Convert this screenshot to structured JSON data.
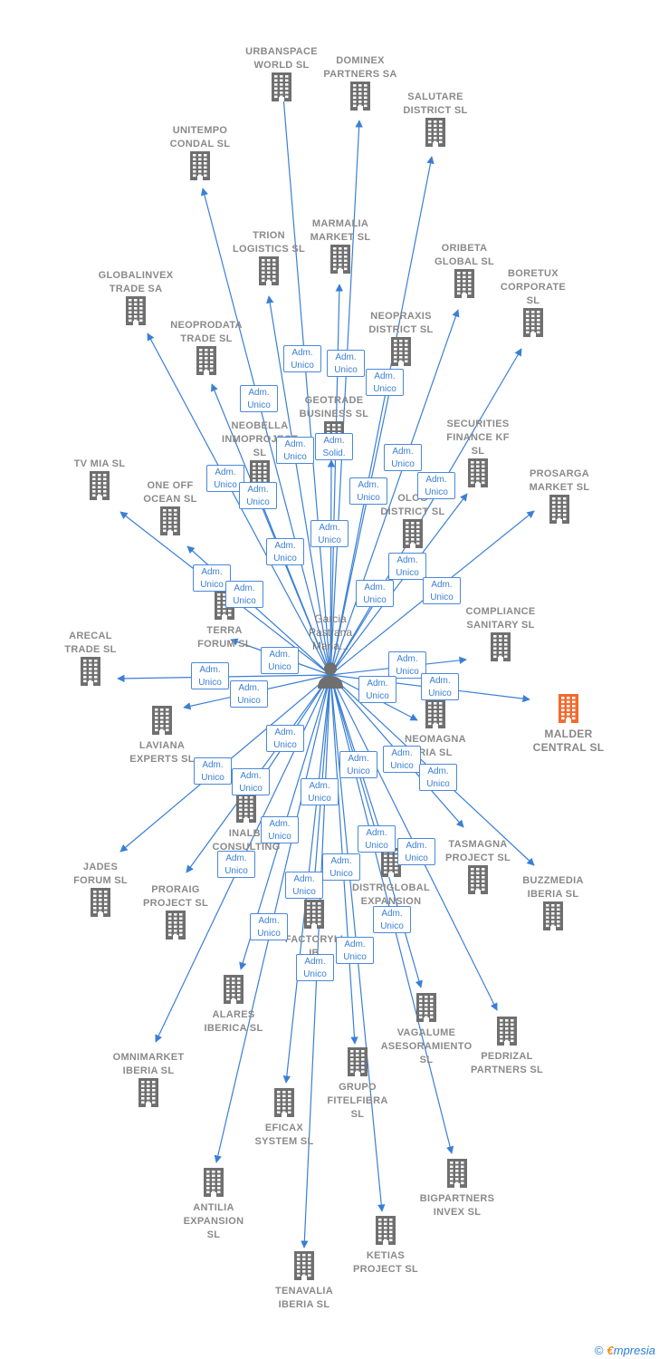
{
  "person": {
    "name": "Garcia\nPastrana\nMaria..."
  },
  "companies": [
    {
      "id": "urbanspace",
      "name": "URBANSPACE\nWORLD SL"
    },
    {
      "id": "dominex",
      "name": "DOMINEX\nPARTNERS SA"
    },
    {
      "id": "salutare",
      "name": "SALUTARE\nDISTRICT SL"
    },
    {
      "id": "unitempo",
      "name": "UNITEMPO\nCONDAL SL"
    },
    {
      "id": "trion",
      "name": "TRION\nLOGISTICS SL"
    },
    {
      "id": "marmalia",
      "name": "MARMALIA\nMARKET SL"
    },
    {
      "id": "oribeta",
      "name": "ORIBETA\nGLOBAL SL"
    },
    {
      "id": "boretux",
      "name": "BORETUX\nCORPORATE\nSL"
    },
    {
      "id": "globalinvex",
      "name": "GLOBALINVEX\nTRADE SA"
    },
    {
      "id": "neoprodata",
      "name": "NEOPRODATA\nTRADE SL"
    },
    {
      "id": "neopraxis",
      "name": "NEOPRAXIS\nDISTRICT SL"
    },
    {
      "id": "geotrade",
      "name": "GEOTRADE\nBUSINESS SL"
    },
    {
      "id": "neobella",
      "name": "NEOBELLA\nINMOPROJECT\nSL"
    },
    {
      "id": "securities",
      "name": "SECURITIES\nFINANCE KF\nSL"
    },
    {
      "id": "tvmia",
      "name": "TV MIA SL"
    },
    {
      "id": "oneoff",
      "name": "ONE OFF\nOCEAN SL"
    },
    {
      "id": "prosarga",
      "name": "PROSARGA\nMARKET SL"
    },
    {
      "id": "ologdistrict",
      "name": "OLOG\nDISTRICT SL"
    },
    {
      "id": "terra",
      "name": "TERRA\nFORUM SL"
    },
    {
      "id": "compliance",
      "name": "COMPLIANCE\nSANITARY SL"
    },
    {
      "id": "arecal",
      "name": "ARECAL\nTRADE SL"
    },
    {
      "id": "malder",
      "name": "MALDER\nCENTRAL SL"
    },
    {
      "id": "laviana",
      "name": "LAVIANA\nEXPERTS SL"
    },
    {
      "id": "neomagna",
      "name": "NEOMAGNA\nRIA SL"
    },
    {
      "id": "inalbi",
      "name": "INALBI\nCONSULTING"
    },
    {
      "id": "jades",
      "name": "JADES\nFORUM SL"
    },
    {
      "id": "proraig",
      "name": "PRORAIG\nPROJECT SL"
    },
    {
      "id": "distriglobal",
      "name": "DISTRIGLOBAL\nEXPANSION"
    },
    {
      "id": "tasmagna",
      "name": "TASMAGNA\nPROJECT SL"
    },
    {
      "id": "buzzmedia",
      "name": "BUZZMEDIA\nIBERIA SL"
    },
    {
      "id": "factoryli",
      "name": "FACTORYLI\nIB"
    },
    {
      "id": "alares",
      "name": "ALARES\nIBERICA SL"
    },
    {
      "id": "vagalume",
      "name": "VAGALUME\nASESORAMIENTO\nSL"
    },
    {
      "id": "pedrizal",
      "name": "PEDRIZAL\nPARTNERS SL"
    },
    {
      "id": "omnimarket",
      "name": "OMNIMARKET\nIBERIA SL"
    },
    {
      "id": "grupofitel",
      "name": "GRUPO\nFITELFIBRA\nSL"
    },
    {
      "id": "eficax",
      "name": "EFICAX\nSYSTEM SL"
    },
    {
      "id": "antilia",
      "name": "ANTILIA\nEXPANSION\nSL"
    },
    {
      "id": "bigpartners",
      "name": "BIGPARTNERS\nINVEX SL"
    },
    {
      "id": "ketias",
      "name": "KETIAS\nPROJECT SL"
    },
    {
      "id": "tenavalia",
      "name": "TENAVALIA\nIBERIA SL"
    }
  ],
  "role_labels": {
    "adm_unico": "Adm.\nUnico",
    "adm_solid": "Adm.\nSolid."
  },
  "role_count": 40,
  "colors": {
    "edge": "#3a7fd5",
    "building": "#6f6f6f",
    "highlight": "#f26a2e",
    "label": "#8a8a8a"
  },
  "footer": {
    "copyright": "©",
    "brand_e": "€",
    "brand_rest": "mpresia"
  }
}
